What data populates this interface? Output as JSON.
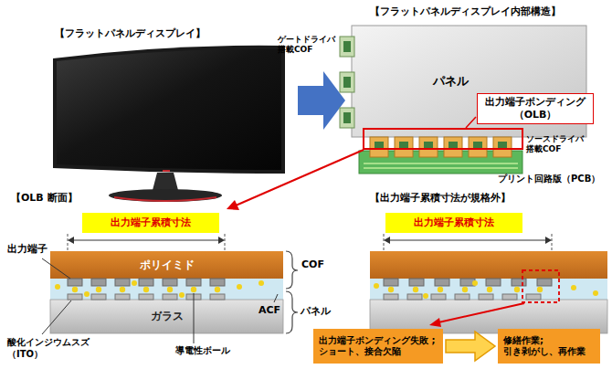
{
  "diagram": {
    "nodes": [
      {
        "text": [
          "パネル"
        ]
      },
      {
        "text": [
          "出力端子ボンディング （OLB）"
        ]
      },
      {
        "text": [
          "出力端子累積寸法"
        ]
      },
      {
        "text": [
          "出力端子累積寸法"
        ]
      },
      {
        "text": [
          "ポリイミド"
        ]
      },
      {
        "text": [
          "ガラス"
        ]
      },
      {
        "text": [
          "出力端子ボンディング失敗 ;ショート、接合欠陥"
        ]
      },
      {
        "text": [
          "修繕作業; 引き剥がし、再作業"
        ]
      }
    ],
    "edges": [
      {
        "from": 6,
        "to": 7,
        "arrow": "to"
      }
    ],
    "labels": [
      "【フラットパネルディスプレイ】",
      "【フラットパネルディスプレイ内部構造】",
      "ゲートドライバ 搭載COF",
      "ソースドライバ 搭載COF",
      "プリント回路版（PCB）",
      "【OLB 断面】",
      "【出力端子累積寸法が規格外】",
      "出力端子",
      "COF",
      "パネル",
      "ACF",
      "酸化インジウムスズ （ITO）",
      "導電性ボール"
    ]
  }
}
